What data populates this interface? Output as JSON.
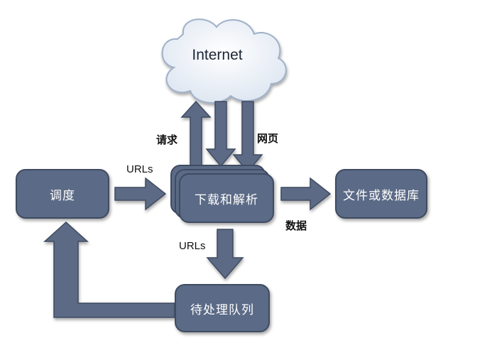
{
  "cloud": {
    "label": "Internet"
  },
  "nodes": {
    "scheduler": "调度",
    "downloader": "下载和解析",
    "storage": "文件或数据库",
    "queue": "待处理队列"
  },
  "edges": {
    "request": "请求",
    "webpage": "网页",
    "urls_in": "URLs",
    "urls_out": "URLs",
    "data": "数据"
  },
  "colors": {
    "box_fill": "#5b6a86",
    "box_border": "#3f4b60",
    "arrow_fill": "#5b6a86",
    "cloud_fill": "#e8eef7",
    "cloud_border": "#9fb1c8"
  }
}
